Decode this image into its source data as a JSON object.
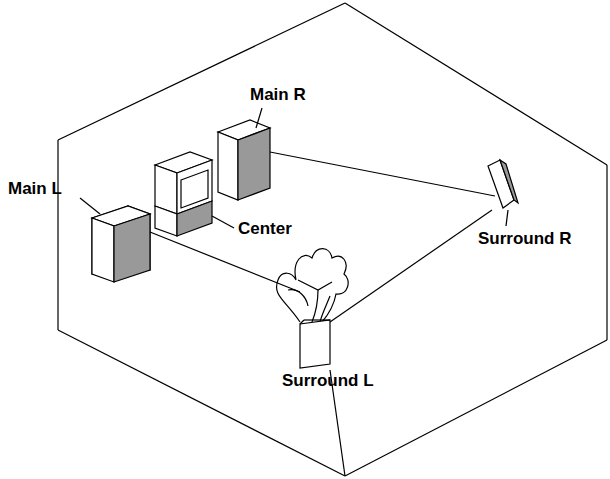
{
  "diagram": {
    "labels": [
      "Main R",
      "Main L",
      "Center",
      "Surround R",
      "Surround L"
    ]
  }
}
